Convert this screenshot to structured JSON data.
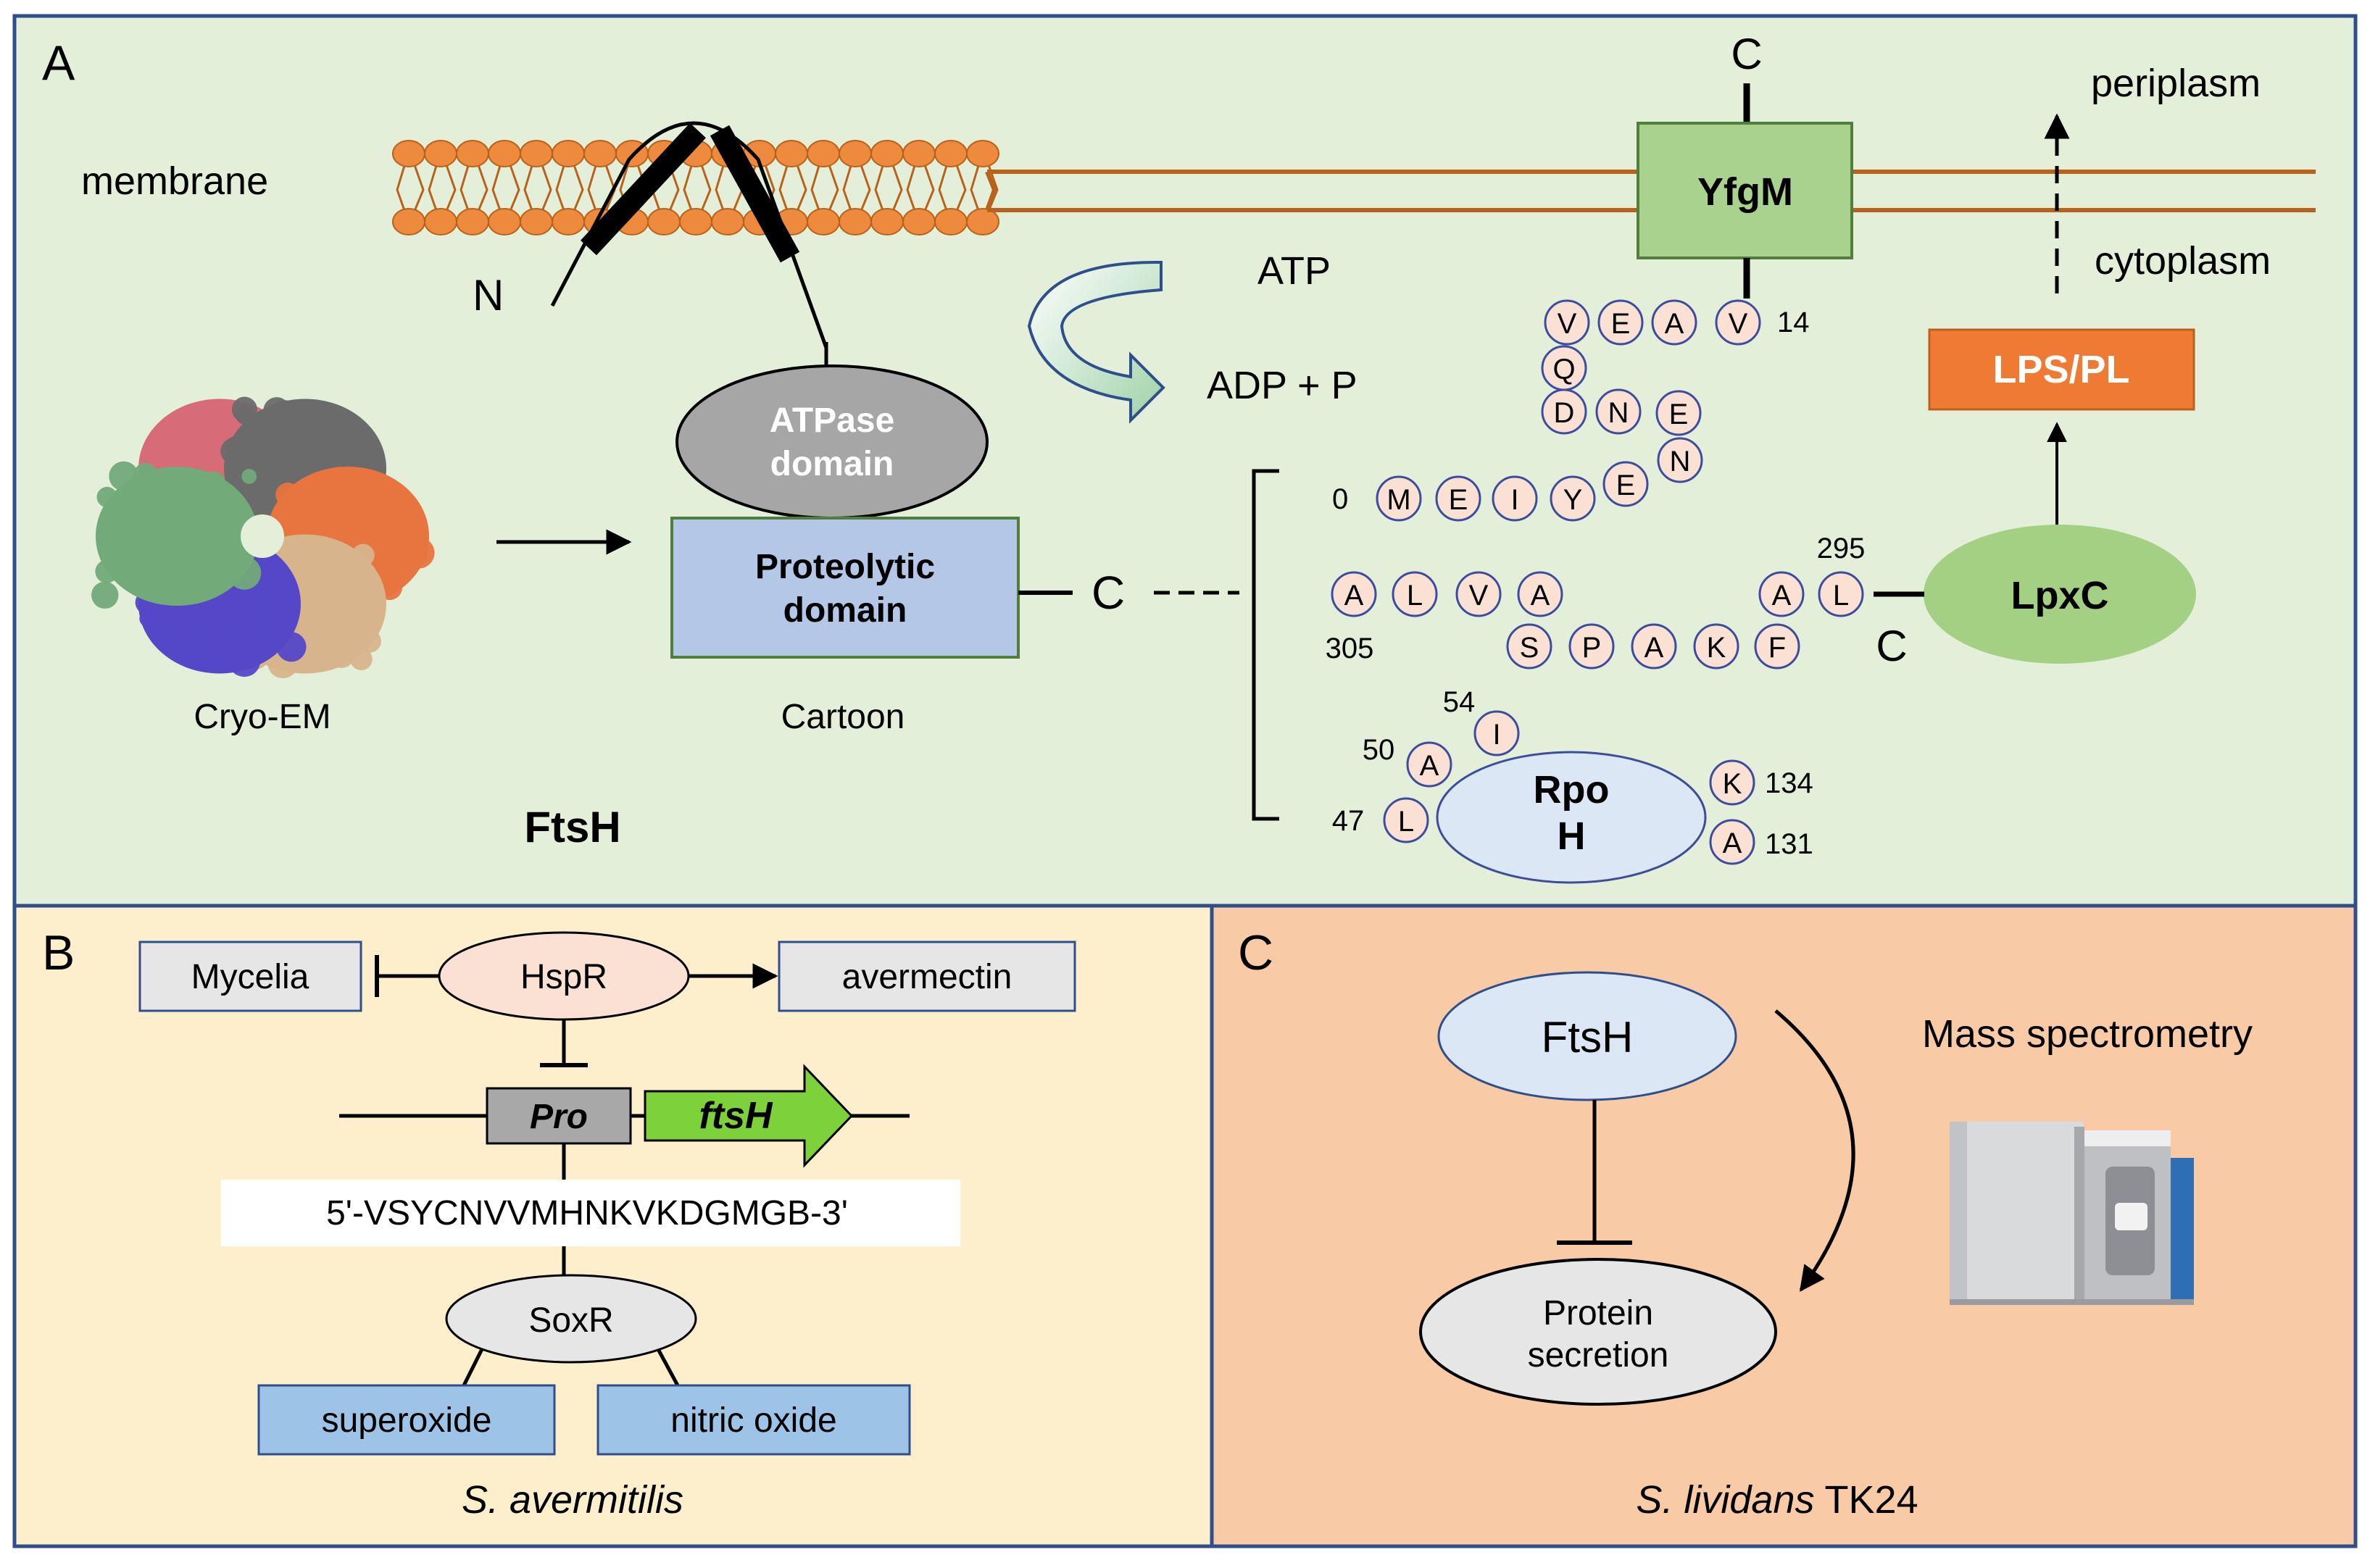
{
  "panel_a": {
    "letter": "A",
    "membrane": "membrane",
    "periplasm": "periplasm",
    "cytoplasm": "cytoplasm",
    "n_term": "N",
    "c_top": "C",
    "yfgm": "YfgM",
    "atp": "ATP",
    "adp": "ADP + P",
    "atpase_1": "ATPase",
    "atpase_2": "domain",
    "proteolytic_1": "Proteolytic",
    "proteolytic_2": "domain",
    "c_proteolytic": "C",
    "cryo_em": "Cryo-EM",
    "cartoon": "Cartoon",
    "ftsh": "FtsH",
    "lps_pl": "LPS/PL",
    "lpxc": "LpxC",
    "c_lpxc": "C",
    "rpoh_1": "Rpo",
    "rpoh_2": "H",
    "seq_yfgm": {
      "residues": [
        "V",
        "E",
        "A",
        "V",
        "Q",
        "D",
        "N",
        "E",
        "N",
        "E",
        "Y",
        "I",
        "E",
        "M"
      ],
      "num_start": "0",
      "num_end": "14"
    },
    "seq_lpxc": {
      "residues": [
        "A",
        "L",
        "V",
        "A",
        "S",
        "P",
        "A",
        "K",
        "F",
        "A",
        "L"
      ],
      "num_295": "295",
      "num_305": "305"
    },
    "seq_rpoh": {
      "residues": [
        "I",
        "A",
        "L",
        "K",
        "A"
      ],
      "num_54": "54",
      "num_50": "50",
      "num_47": "47",
      "num_134": "134",
      "num_131": "131"
    }
  },
  "panel_b": {
    "letter": "B",
    "mycelia": "Mycelia",
    "hspr": "HspR",
    "avermectin": "avermectin",
    "pro": "Pro",
    "ftsh_gene": "ftsH",
    "motif": "5'-VSYCNVVMHNKVKDGMGB-3'",
    "soxr": "SoxR",
    "superoxide": "superoxide",
    "nitric_oxide": "nitric oxide",
    "organism": "S. avermitilis"
  },
  "panel_c": {
    "letter": "C",
    "ftsh": "FtsH",
    "mass_spec": "Mass spectrometry",
    "protein_1": "Protein",
    "protein_2": "secretion",
    "organism_italic": "S. lividans",
    "organism_strain": " TK24"
  },
  "colors": {
    "panel_a_bg": "#e4efd9",
    "panel_b_bg": "#fdefcc",
    "panel_c_bg": "#f8caa6",
    "border": "#2e4f8c",
    "lipid": "#ed8a3e",
    "lipid_edge": "#b8621c",
    "yfgm": "#a9d28e",
    "lps": "#ee7a34",
    "lpxc": "#a3d083",
    "proteolytic": "#b4c7e7",
    "atpase": "#a6a6a6",
    "residue_fill": "#fbe1d4",
    "residue_edge": "#3c4d9e",
    "rpoh": "#dbe7f5",
    "ftsh_gene": "#7dd23c",
    "pro_box": "#a8a8a8"
  }
}
